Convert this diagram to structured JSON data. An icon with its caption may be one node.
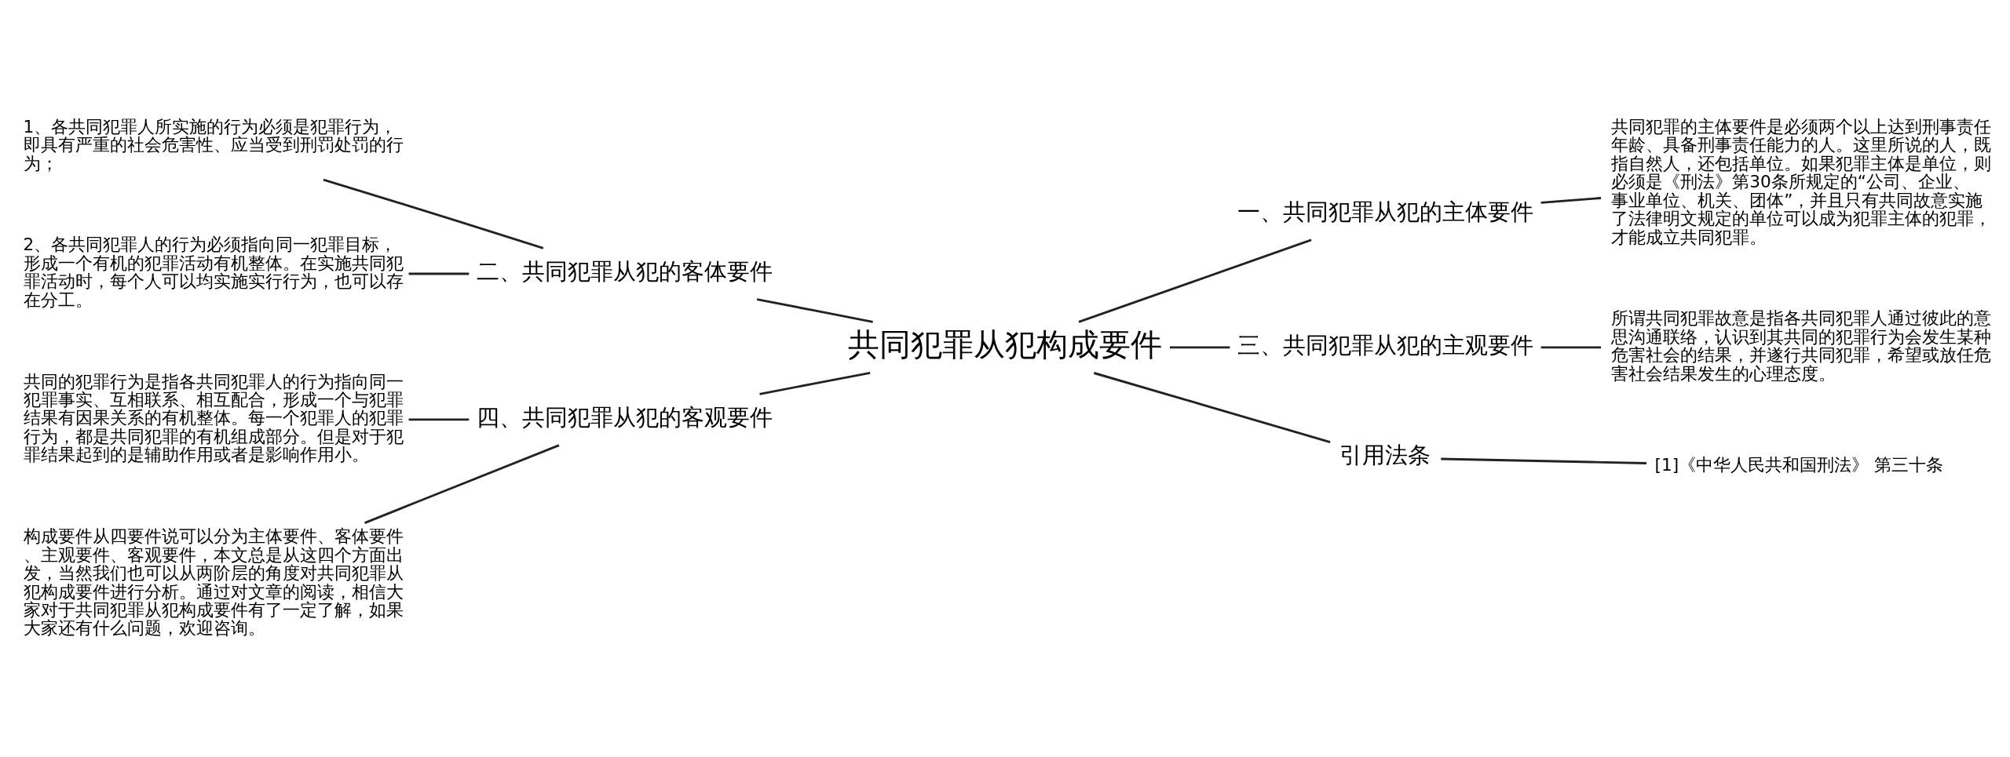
{
  "diagram": {
    "nodes": [
      {
        "text": [
          "共同犯罪从犯构成要件"
        ]
      },
      {
        "text": [
          "二、共同犯罪从犯的客体要件"
        ]
      },
      {
        "text": [
          "1、各共同犯罪人所实施的行为必须是犯罪行为，即具有严重的社会危害性、应当受到刑罚处罚的行为；"
        ]
      },
      {
        "text": [
          "2、各共同犯罪人的行为必须指向同一犯罪目标，形成一个有机的犯罪活动有机整体。在实施共同犯罪活动时，每个人可以均实施实行行为，也可以存在分工。"
        ]
      },
      {
        "text": [
          "四、共同犯罪从犯的客观要件"
        ]
      },
      {
        "text": [
          "共同的犯罪行为是指各共同犯罪人的行为指向同一犯罪事实、互相联系、相互配合，形成一个与犯罪结果有因果关系的有机整体。每一个犯罪人的犯罪行为，都是共同犯罪的有机组成部分。但是对于犯罪结果起到的是辅助作用或者是影响作用小。"
        ]
      },
      {
        "text": [
          "构成要件从四要件说可以分为主体要件、客体要件、主观要件、客观要件，本文总是从这四个方面出发，当然我们也可以从两阶层的角度对共同犯罪从犯构成要件进行分析。通过对文章的阅读，相信大家对于共同犯罪从犯构成要件有了一定了解，如果大家还有什么问题，欢迎咨询。"
        ]
      },
      {
        "text": [
          "一、共同犯罪从犯的主体要件"
        ]
      },
      {
        "text": [
          "共同犯罪的主体要件是必须两个以上达到刑事责任年龄、具备刑事责任能力的人。这里所说的人，既指自然人，还包括单位。如果犯罪主体是单位，则必须是《刑法》第30条所规定的“公司、企业、事业单位、机关、团体”，并且只有共同故意实施了法律明文规定的单位可以成为犯罪主体的犯罪，才能成立共同犯罪。"
        ]
      },
      {
        "text": [
          "三、共同犯罪从犯的主观要件"
        ]
      },
      {
        "text": [
          "所谓共同犯罪故意是指各共同犯罪人通过彼此的意思沟通联络，认识到其共同的犯罪行为会发生某种危害社会的结果，并遂行共同犯罪，希望或放任危害社会结果发生的心理态度。"
        ]
      },
      {
        "text": [
          "引用法条"
        ]
      },
      {
        "text": [
          "[1]《中华人民共和国刑法》 第三十条"
        ]
      }
    ],
    "edges": [
      {
        "from": 0,
        "to": 1,
        "arrow": "none"
      },
      {
        "from": 1,
        "to": 2,
        "arrow": "none"
      },
      {
        "from": 1,
        "to": 3,
        "arrow": "none"
      },
      {
        "from": 0,
        "to": 4,
        "arrow": "none"
      },
      {
        "from": 4,
        "to": 5,
        "arrow": "none"
      },
      {
        "from": 4,
        "to": 6,
        "arrow": "none"
      },
      {
        "from": 0,
        "to": 7,
        "arrow": "none"
      },
      {
        "from": 7,
        "to": 8,
        "arrow": "none"
      },
      {
        "from": 0,
        "to": 9,
        "arrow": "none"
      },
      {
        "from": 9,
        "to": 10,
        "arrow": "none"
      },
      {
        "from": 0,
        "to": 11,
        "arrow": "none"
      },
      {
        "from": 11,
        "to": 12,
        "arrow": "none"
      }
    ]
  }
}
